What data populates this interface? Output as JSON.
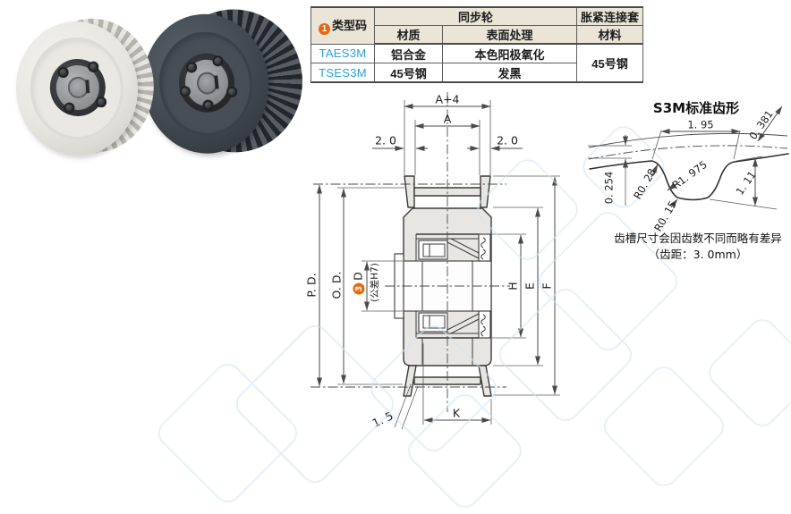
{
  "table": {
    "badge": "1",
    "type_code_label": "类型码",
    "group_timing": "同步轮",
    "group_sleeve": "胀紧连接套",
    "col_material": "材质",
    "col_finish": "表面处理",
    "col_sleeve_material": "材料",
    "rows": [
      {
        "code": "TAES3M",
        "material": "铝合金",
        "finish": "本色阳极氧化"
      },
      {
        "code": "TSES3M",
        "material": "45号钢",
        "finish": "发黑"
      }
    ],
    "sleeve_material": "45号钢"
  },
  "drawing": {
    "dim_a4": "A+4",
    "dim_a": "A",
    "dim_left": "2. 0",
    "dim_right": "2. 0",
    "dim_pd": "P. D.",
    "dim_od": "O. D.",
    "badge_d": "3",
    "dim_d": "D",
    "dim_d_tol": "(公差H7)",
    "dim_h": "H",
    "dim_e": "E",
    "dim_f": "F",
    "dim_k": "K",
    "dim_flange_t": "1. 5"
  },
  "tooth_profile": {
    "title": "S3M标准齿形",
    "dim_width": "1. 95",
    "dim_0381": "0. 381",
    "dim_0254": "0. 254",
    "dim_r028": "R0. 28",
    "dim_r1975": "R1. 975",
    "dim_111": "1. 11",
    "dim_r015": "R0. 15",
    "note_line1": "齿槽尺寸会因齿数不同而略有差异",
    "note_line2": "（齿距：3. 0mm）"
  },
  "colors": {
    "accent_orange": "#e8680b",
    "code_blue": "#2a9fd8",
    "header_beige": "#eae5d6",
    "watermark_blue": "#d2e5f4",
    "drawing_fill": "#e7e6e3"
  }
}
